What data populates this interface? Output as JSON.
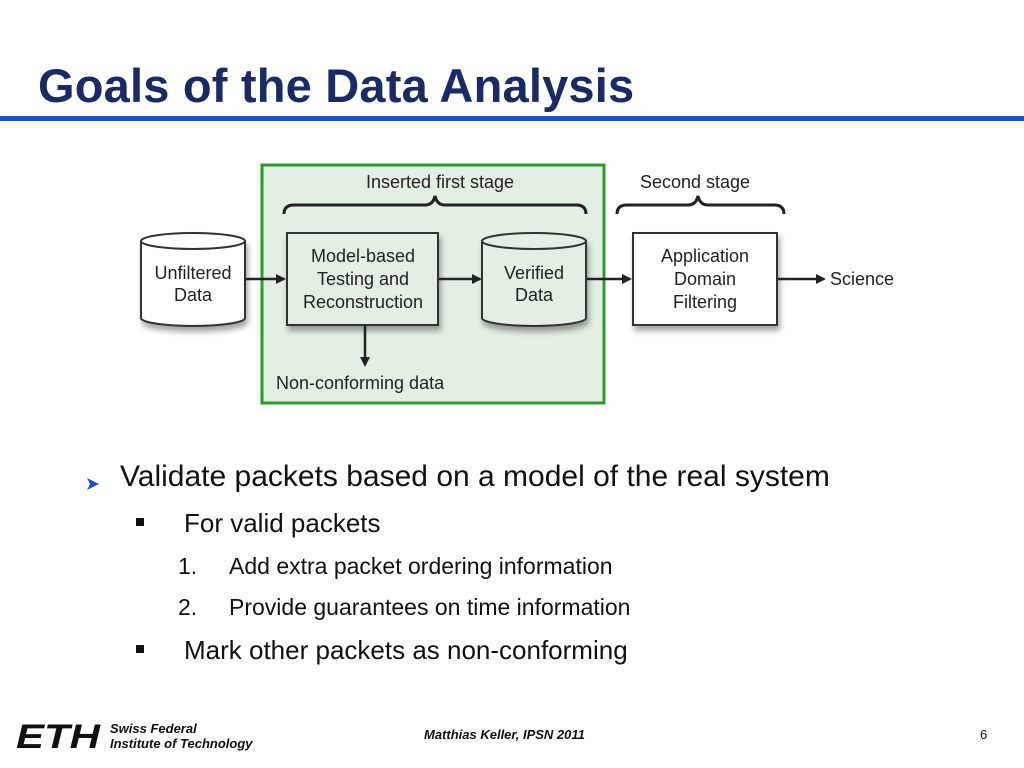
{
  "title": "Goals of the Data Analysis",
  "colors": {
    "title": "#1a2a64",
    "rule": "#1f4fc8",
    "stage_box_fill": "#e2efe2",
    "stage_box_border": "#2e9a2e",
    "bullet_arrow": "#1f4fc8"
  },
  "diagram": {
    "first_stage_label": "Inserted first stage",
    "second_stage_label": "Second stage",
    "unfiltered_data": [
      "Unfiltered",
      "Data"
    ],
    "model_testing": [
      "Model-based",
      "Testing and",
      "Reconstruction"
    ],
    "verified_data": [
      "Verified",
      "Data"
    ],
    "app_filtering": [
      "Application",
      "Domain",
      "Filtering"
    ],
    "science": "Science",
    "non_conforming": "Non-conforming data"
  },
  "bullets": {
    "main": "Validate packets based on a model of the real system",
    "sub1": "For valid packets",
    "num1_marker": "1.",
    "num1": "Add extra packet ordering information",
    "num2_marker": "2.",
    "num2": "Provide guarantees on time information",
    "sub2": "Mark other packets as non-conforming"
  },
  "footer": {
    "logo_text": "ETH",
    "institution_line1": "Swiss Federal",
    "institution_line2": "Institute of Technology",
    "author": "Matthias Keller, IPSN 2011",
    "page_number": "6"
  }
}
